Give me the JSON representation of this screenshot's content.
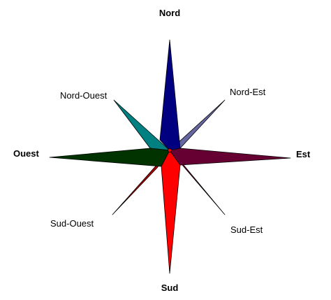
{
  "labels": {
    "north": "Nord",
    "south": "Sud",
    "east": "Est",
    "west": "Ouest",
    "northeast": "Nord-Est",
    "northwest": "Nord-Ouest",
    "southeast": "Sud-Est",
    "southwest": "Sud-Ouest"
  },
  "colors": {
    "north": "#000080",
    "south": "#ff0000",
    "east": "#660033",
    "west": "#003300",
    "northeast": "#6666a0",
    "northwest": "#008080",
    "southeast": "#8b0045",
    "southwest": "#b30000",
    "center_dot": "#ff0000",
    "outline": "#000000"
  }
}
